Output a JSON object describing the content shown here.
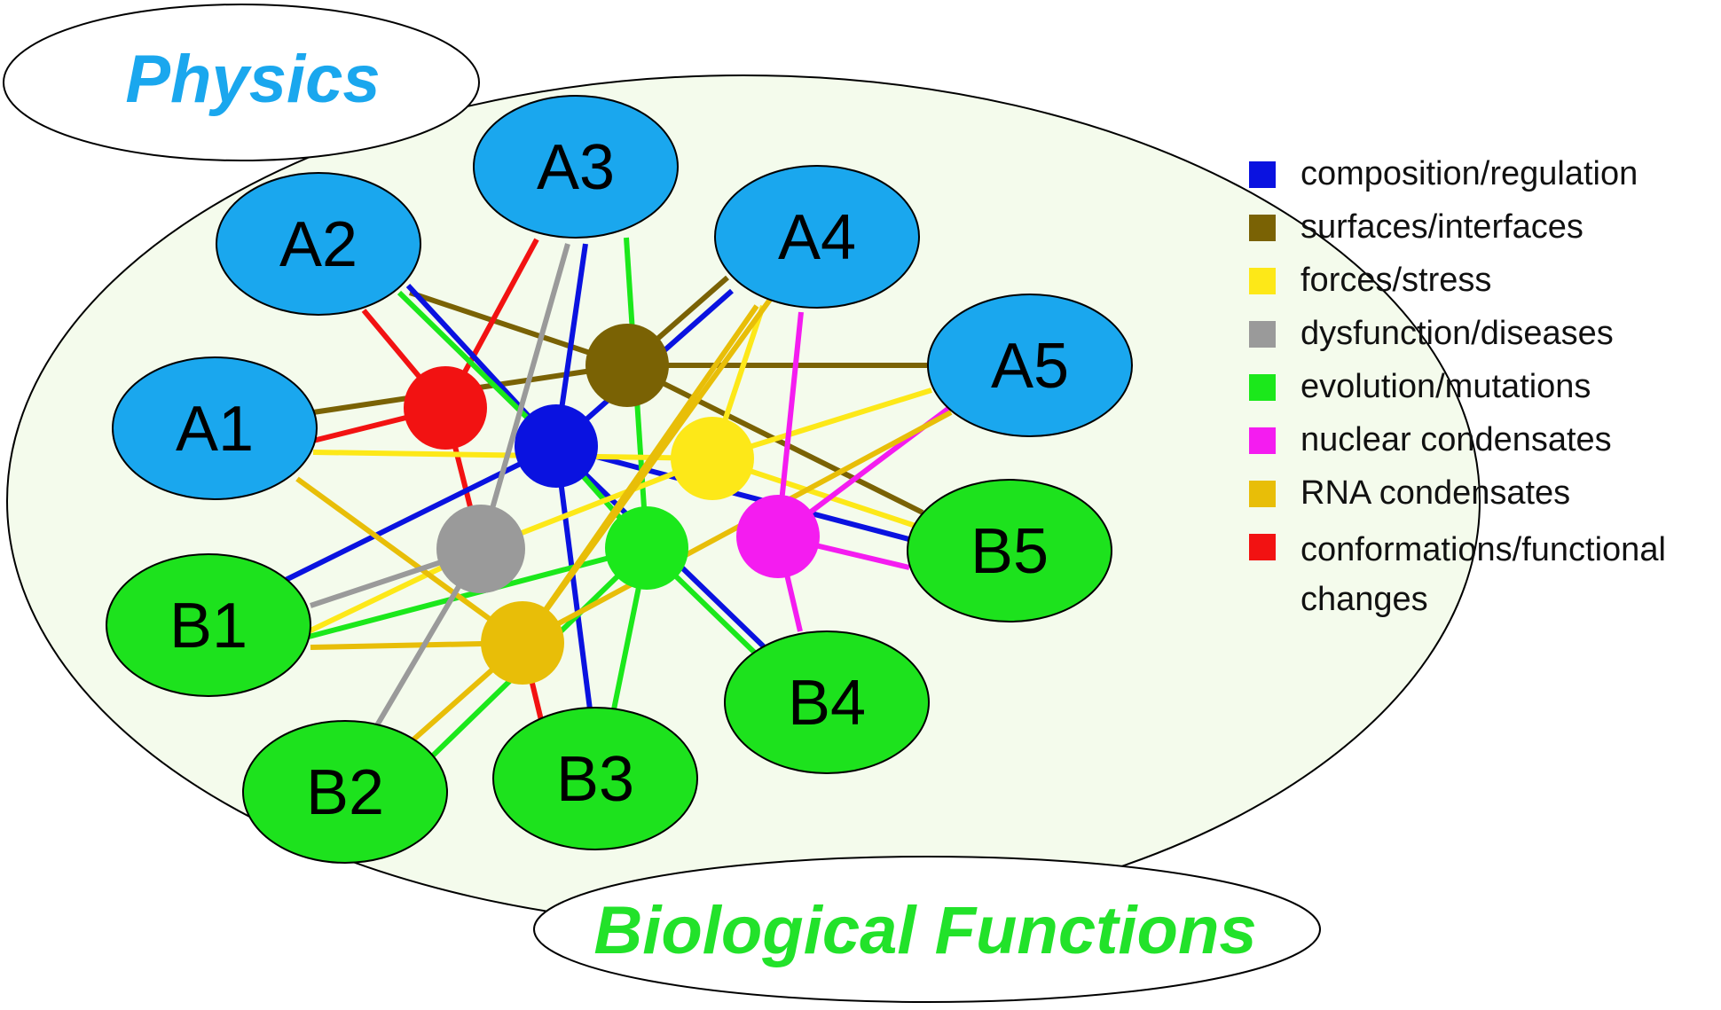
{
  "titles": {
    "top": "Physics",
    "bottom": "Biological Functions",
    "top_color": "#1aa7ee",
    "bottom_color": "#22e22a"
  },
  "colors": {
    "node_a_fill": "#1aa7ee",
    "node_b_fill": "#1de21d",
    "background_fill": "#f4fbec"
  },
  "nodes": {
    "A1": "A1",
    "A2": "A2",
    "A3": "A3",
    "A4": "A4",
    "A5": "A5",
    "B1": "B1",
    "B2": "B2",
    "B3": "B3",
    "B4": "B4",
    "B5": "B5"
  },
  "legend": [
    {
      "label": "composition/regulation",
      "color": "#0a12e0"
    },
    {
      "label": "surfaces/interfaces",
      "color": "#7a6204"
    },
    {
      "label": "forces/stress",
      "color": "#fde818"
    },
    {
      "label": "dysfunction/diseases",
      "color": "#9a9a9a"
    },
    {
      "label": "evolution/mutations",
      "color": "#1be81b"
    },
    {
      "label": "nuclear condensates",
      "color": "#f41cf0"
    },
    {
      "label": "RNA condensates",
      "color": "#e8be08"
    },
    {
      "label": "conformations/functional changes",
      "color": "#f21212"
    }
  ]
}
